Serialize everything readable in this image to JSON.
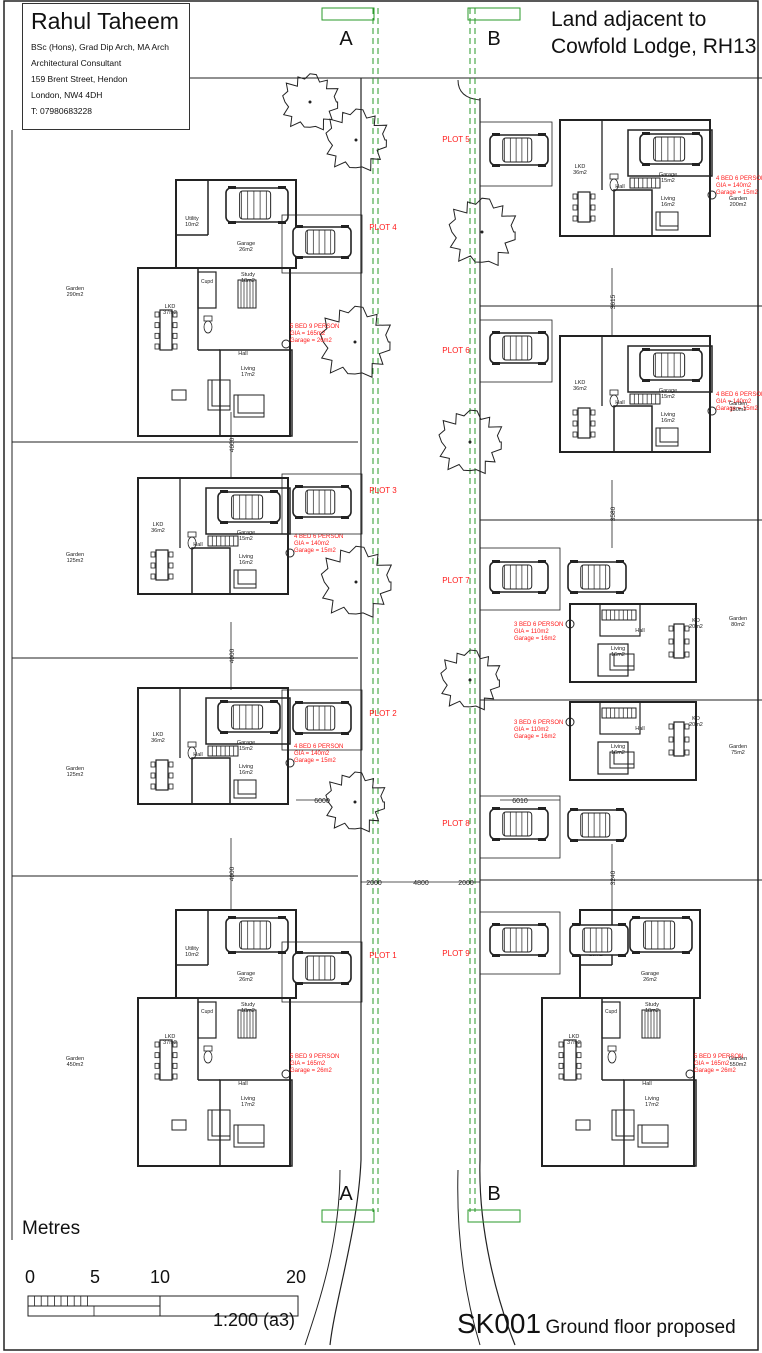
{
  "title_block": {
    "name": "Rahul Taheem",
    "lines": [
      "BSc (Hons), Grad Dip Arch, MA Arch",
      "Architectural Consultant",
      "159 Brent Street, Hendon",
      "London, NW4 4DH",
      "T: 07980683228"
    ]
  },
  "site_title": [
    "Land adjacent to",
    "Cowfold Lodge, RH13"
  ],
  "sheet": {
    "number": "SK001",
    "title": "Ground floor proposed"
  },
  "scale_bar": {
    "heading": "Metres",
    "ticks": [
      "0",
      "5",
      "10",
      "20"
    ],
    "scale": "1:200 (a3)"
  },
  "section_markers": [
    "A",
    "B"
  ],
  "colors": {
    "line": "#222222",
    "red": "#ff1a1a",
    "green": "#2a9a2a"
  },
  "plots": [
    {
      "label": "PLOT 1",
      "desc": [
        "5 BED 9 PERSON",
        "GIA = 165m2",
        "Garage = 26m2"
      ],
      "garden": [
        "Garden",
        "450m2"
      ]
    },
    {
      "label": "PLOT 2",
      "desc": [
        "4 BED 6 PERSON",
        "GIA = 140m2",
        "Garage = 15m2"
      ],
      "garden": [
        "Garden",
        "125m2"
      ]
    },
    {
      "label": "PLOT 3",
      "desc": [
        "4 BED 6 PERSON",
        "GIA = 140m2",
        "Garage = 15m2"
      ],
      "garden": [
        "Garden",
        "125m2"
      ]
    },
    {
      "label": "PLOT 4",
      "desc": [
        "5 BED 9 PERSON",
        "GIA = 165m2",
        "Garage = 26m2"
      ],
      "garden": [
        "Garden",
        "290m2"
      ]
    },
    {
      "label": "PLOT 5",
      "desc": [
        "4 BED 6 PERSON",
        "GIA = 140m2",
        "Garage = 15m2"
      ],
      "garden": [
        "Garden",
        "200m2"
      ]
    },
    {
      "label": "PLOT 6",
      "desc": [
        "4 BED 6 PERSON",
        "GIA = 140m2",
        "Garage = 15m2"
      ],
      "garden": [
        "Garden",
        "130m2"
      ]
    },
    {
      "label": "PLOT 7",
      "desc": [
        "3 BED 6 PERSON",
        "GIA = 110m2",
        "Garage = 16m2"
      ],
      "garden": [
        "Garden",
        "80m2"
      ]
    },
    {
      "label": "PLOT 8",
      "desc": [
        "3 BED 6 PERSON",
        "GIA = 110m2",
        "Garage = 16m2"
      ],
      "garden": [
        "Garden",
        "75m2"
      ]
    },
    {
      "label": "PLOT 9",
      "desc": [
        "5 BED 9 PERSON",
        "GIA = 165m2",
        "Garage = 26m2"
      ],
      "garden": [
        "Garden",
        "550m2"
      ]
    }
  ],
  "rooms": {
    "utility": [
      "Utility",
      "10m2"
    ],
    "garage_l": [
      "Garage",
      "26m2"
    ],
    "garage_s": [
      "Garage",
      "15m2"
    ],
    "lkd_l": [
      "LKD",
      "37m2"
    ],
    "lkd_s": [
      "LKD",
      "36m2"
    ],
    "kd": [
      "KD",
      "20m2"
    ],
    "study": [
      "Study",
      "10m2"
    ],
    "cupd": "Cupd",
    "hall": "Hall",
    "living_l": [
      "Living",
      "17m2"
    ],
    "living_s": [
      "Living",
      "16m2"
    ]
  },
  "dimensions": [
    "4600",
    "4000",
    "4000",
    "6000",
    "2000",
    "4800",
    "2000",
    "3615",
    "3580",
    "6010",
    "3240"
  ]
}
